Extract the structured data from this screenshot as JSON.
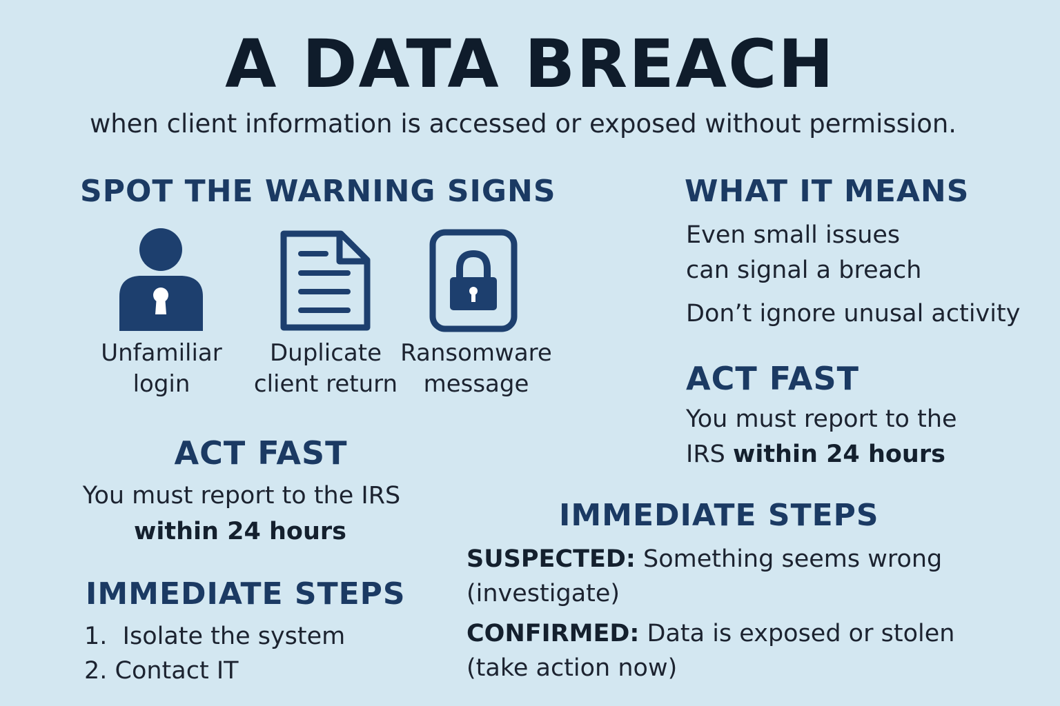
{
  "title": "A DATA BREACH",
  "subtitle": "when client information is accessed or exposed without permission.",
  "warning_signs": {
    "heading": "SPOT THE WARNING SIGNS",
    "items": [
      {
        "icon": "user-lock-icon",
        "line1": "Unfamiliar",
        "line2": "login"
      },
      {
        "icon": "document-icon",
        "line1": "Duplicate",
        "line2": "client return"
      },
      {
        "icon": "padlock-icon",
        "line1": "Ransomware",
        "line2": "message"
      }
    ]
  },
  "what_it_means": {
    "heading": "WHAT IT MEANS",
    "line1": "Even small issues",
    "line2": "can signal a breach",
    "line3": "Don’t ignore unusal activity"
  },
  "act_fast_right": {
    "heading": "ACT FAST",
    "line1": "You must report to the",
    "line2_prefix": "IRS ",
    "line2_bold": "within 24 hours"
  },
  "act_fast_left": {
    "heading": "ACT FAST",
    "line1": "You must report to the IRS",
    "line2_bold": "within 24 hours"
  },
  "steps_left": {
    "heading": "IMMEDIATE STEPS",
    "items": [
      "1.  Isolate the system",
      "2. Contact IT"
    ]
  },
  "steps_right": {
    "heading": "IMMEDIATE STEPS",
    "suspected_label": "SUSPECTED:",
    "suspected_text": " Something seems wrong",
    "suspected_note": "(investigate)",
    "confirmed_label": "CONFIRMED:",
    "confirmed_text": " Data is exposed or stolen",
    "confirmed_note": "(take action now)"
  },
  "colors": {
    "background": "#d3e7f1",
    "heading": "#1b3a63",
    "icon": "#1d3f6e",
    "title": "#0f1c2b"
  }
}
